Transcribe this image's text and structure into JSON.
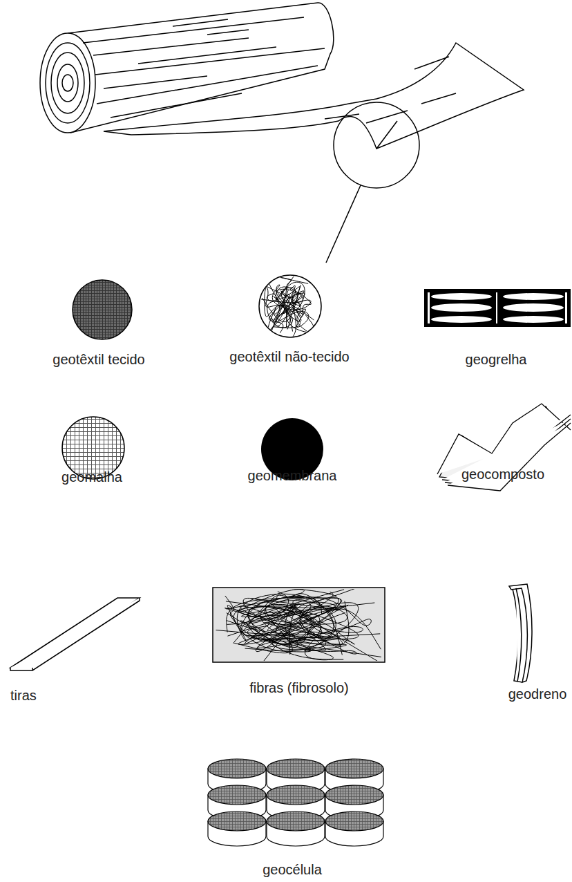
{
  "diagram": {
    "labels": [
      "geotêxtil tecido",
      "geotêxtil não-tecido",
      "geogrelha",
      "geomalha",
      "geomembrana",
      "geocomposto",
      "tiras",
      "fibras (fibrosolo)",
      "geodreno",
      "geocélula"
    ]
  }
}
